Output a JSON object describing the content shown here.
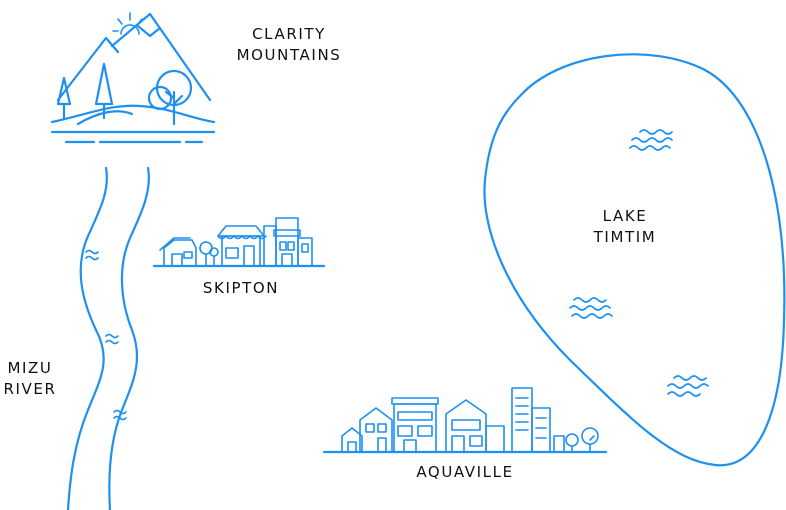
{
  "map": {
    "accent_color": "#1e90f0",
    "labels": {
      "mountains": [
        "CLARITY",
        "MOUNTAINS"
      ],
      "river": [
        "MIZU",
        "RIVER"
      ],
      "town1": [
        "SKIPTON"
      ],
      "lake": [
        "LAKE",
        "TIMTIM"
      ],
      "town2": [
        "AQUAVILLE"
      ]
    },
    "icons": [
      "mountains-icon",
      "sun-icon",
      "tree-icon",
      "river-icon",
      "wave-icon",
      "town-icon",
      "lake-icon"
    ]
  }
}
